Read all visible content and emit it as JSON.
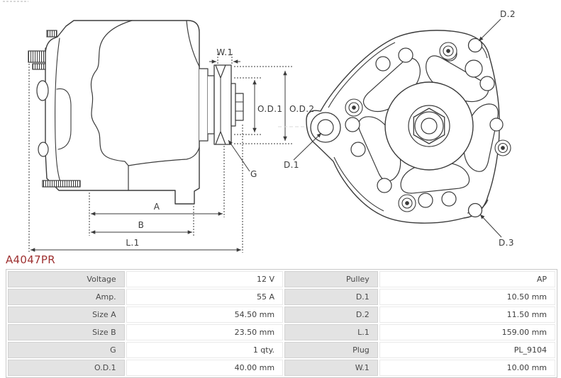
{
  "part_number": "A4047PR",
  "accent_color": "#9e3131",
  "line_color": "#3b3b3b",
  "diagram": {
    "description": "alternator-technical-drawing-side-and-front-views",
    "labels": {
      "w1": "W.1",
      "od1": "O.D.1",
      "od2": "O.D.2",
      "g": "G",
      "a": "A",
      "b": "B",
      "l1": "L.1",
      "d1": "D.1",
      "d2": "D.2",
      "d3": "D.3"
    }
  },
  "specs": {
    "rows": [
      {
        "label": "Voltage",
        "value": "12 V",
        "label2": "Pulley",
        "value2": "AP"
      },
      {
        "label": "Amp.",
        "value": "55 A",
        "label2": "D.1",
        "value2": "10.50 mm"
      },
      {
        "label": "Size A",
        "value": "54.50 mm",
        "label2": "D.2",
        "value2": "11.50 mm"
      },
      {
        "label": "Size B",
        "value": "23.50 mm",
        "label2": "L.1",
        "value2": "159.00 mm"
      },
      {
        "label": "G",
        "value": "1 qty.",
        "label2": "Plug",
        "value2": "PL_9104"
      },
      {
        "label": "O.D.1",
        "value": "40.00 mm",
        "label2": "W.1",
        "value2": "10.00 mm"
      }
    ]
  }
}
